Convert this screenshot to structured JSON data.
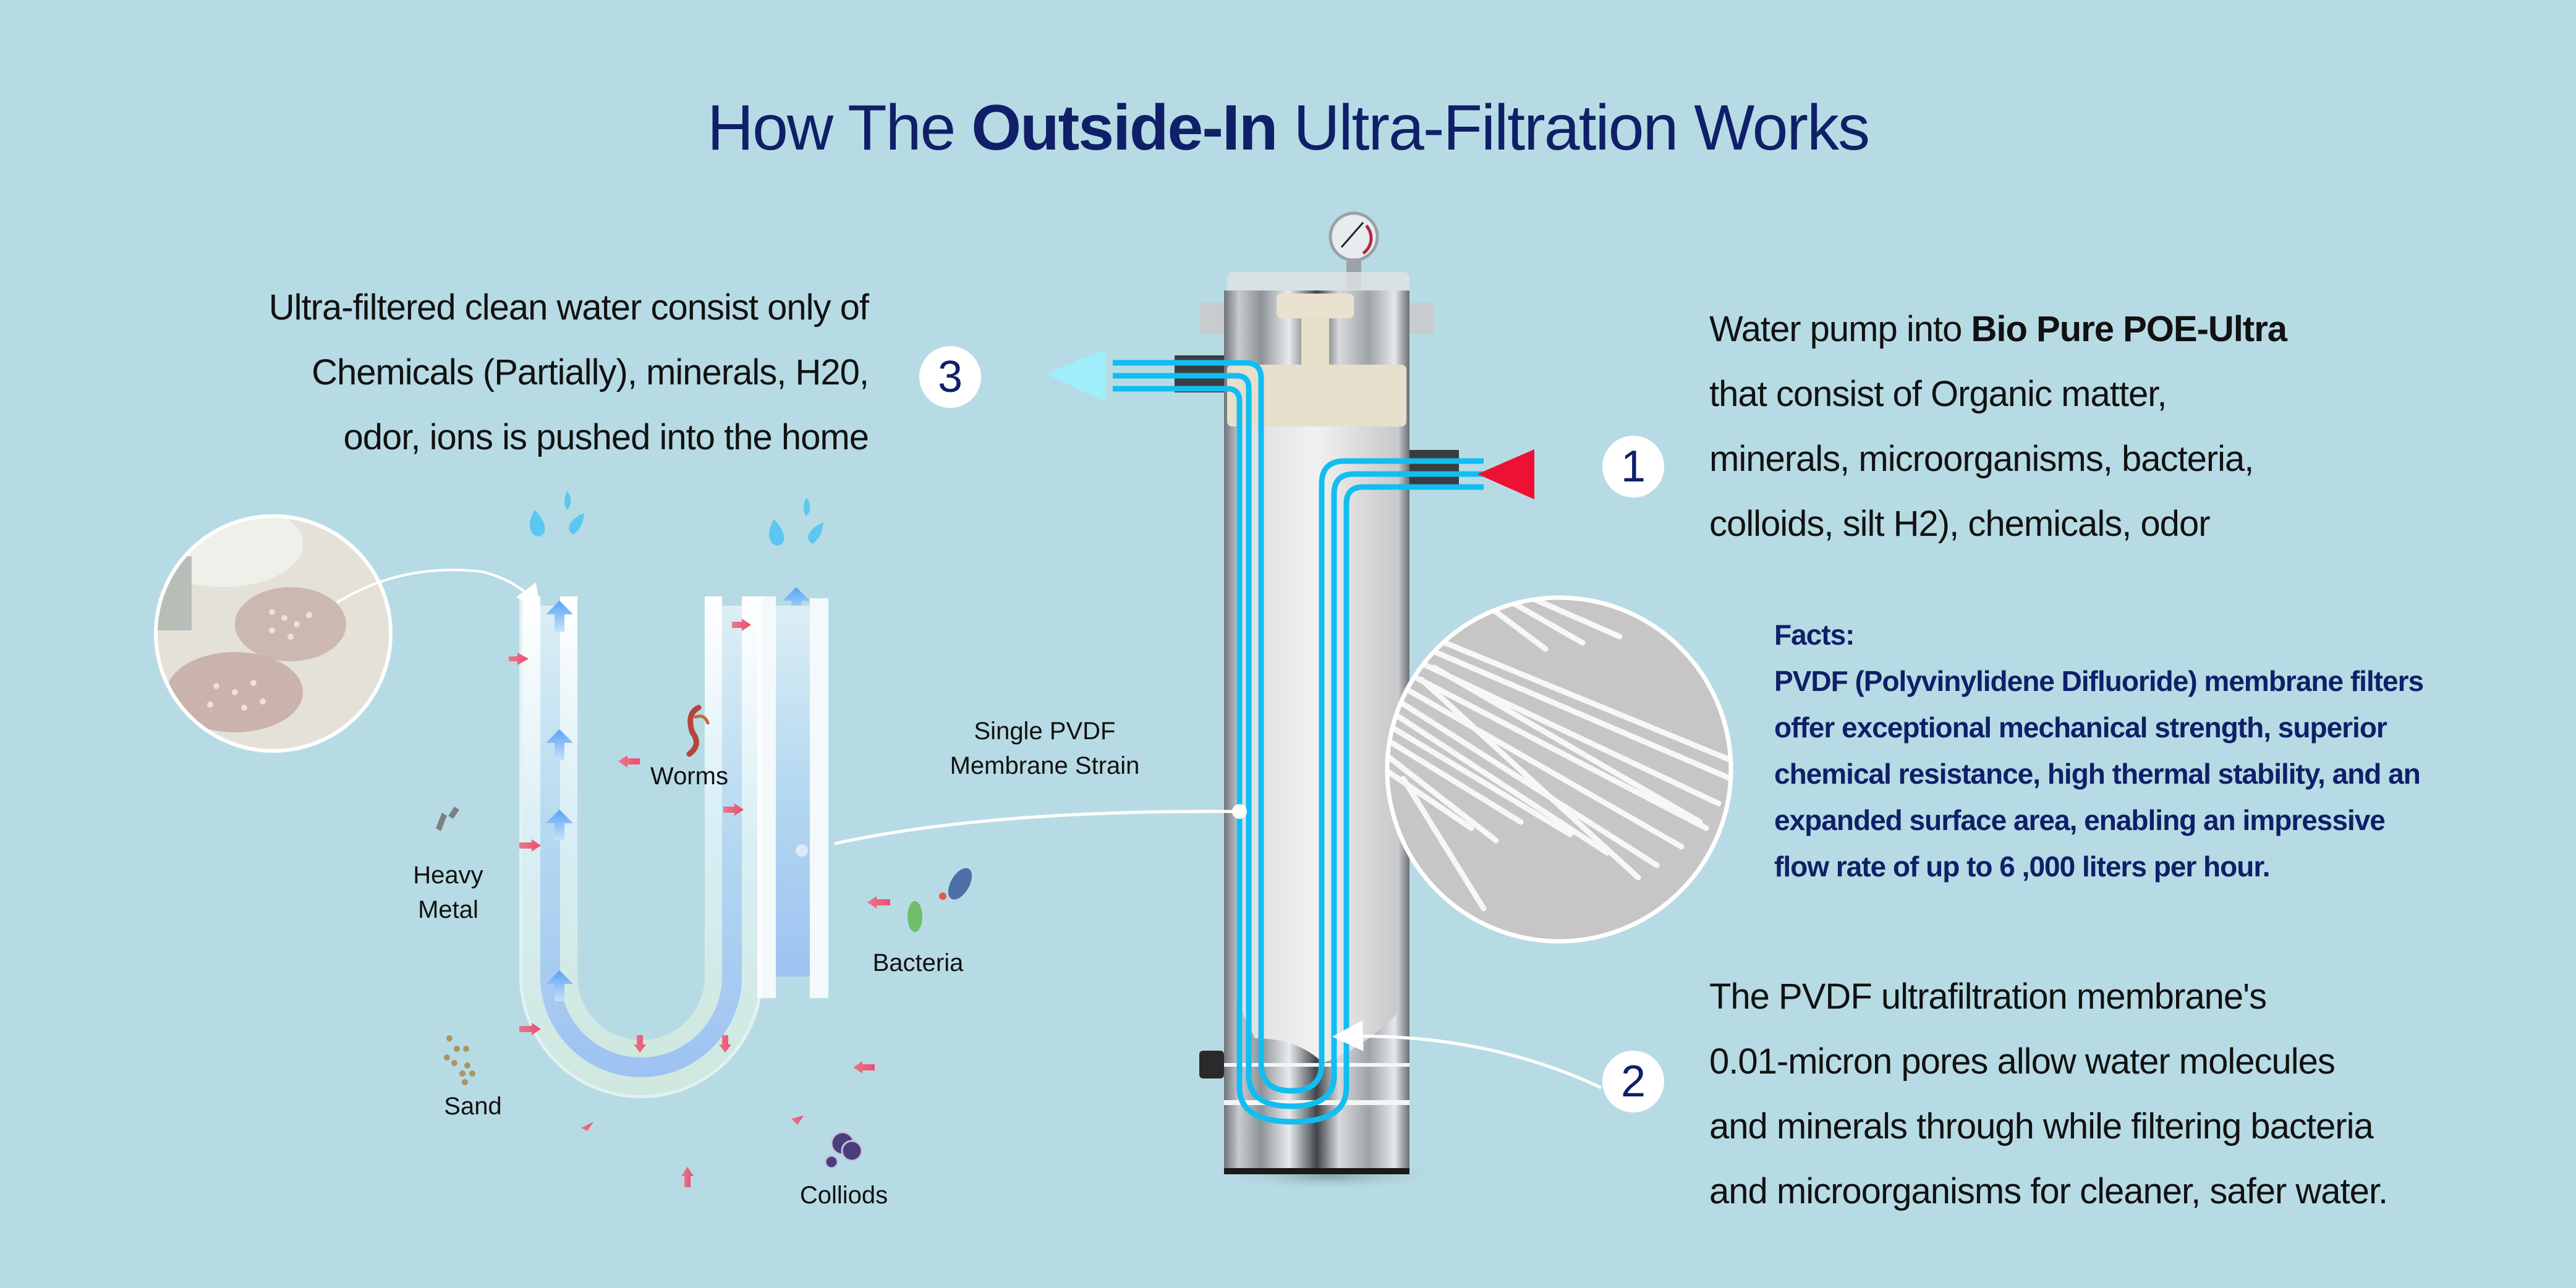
{
  "title": {
    "prefix": "How The ",
    "bold": "Outside-In",
    "suffix": " Ultra-Filtration Works"
  },
  "steps": [
    {
      "number": "1",
      "lines_prefix": "Water pump into ",
      "lines_bold": "Bio Pure POE-Ultra",
      "lines": [
        "that consist of Organic matter,",
        "minerals, microorganisms, bacteria,",
        "colloids, silt H2), chemicals, odor"
      ]
    },
    {
      "number": "2",
      "lines": [
        "The PVDF ultrafiltration membrane's",
        "0.01-micron pores allow water molecules",
        "and minerals through while filtering bacteria",
        "and microorganisms for cleaner, safer water."
      ]
    },
    {
      "number": "3",
      "lines": [
        "Ultra-filtered clean water consist only of",
        "Chemicals (Partially), minerals, H20,",
        "odor, ions is pushed into the home"
      ]
    }
  ],
  "facts": {
    "heading": "Facts:",
    "lines": [
      "PVDF (Polyvinylidene Difluoride) membrane filters",
      "offer exceptional mechanical strength, superior",
      "chemical resistance, high thermal stability, and an",
      "expanded surface area, enabling an impressive",
      "flow rate of up to  6 ,000 liters per hour."
    ]
  },
  "diagram": {
    "membrane_label": [
      "Single PVDF",
      "Membrane Strain"
    ],
    "contaminants": [
      {
        "name": "Worms",
        "icon": "worm-icon"
      },
      {
        "name": "Heavy Metal",
        "lines": [
          "Heavy",
          "Metal"
        ],
        "icon": "heavy-metal-icon"
      },
      {
        "name": "Bacteria",
        "icon": "bacteria-icon"
      },
      {
        "name": "Sand",
        "icon": "sand-icon"
      },
      {
        "name": "Colliods",
        "icon": "colloids-icon"
      }
    ]
  },
  "colors": {
    "background": "#b7dbe4",
    "title": "#0f1f68",
    "flow_line": "#12bdf2",
    "inlet_arrow": "#ee1133",
    "outlet_arrow": "#9eeefc",
    "contaminant_arrow": "#ec5577",
    "clean_arrow": "#5aa2f5"
  }
}
